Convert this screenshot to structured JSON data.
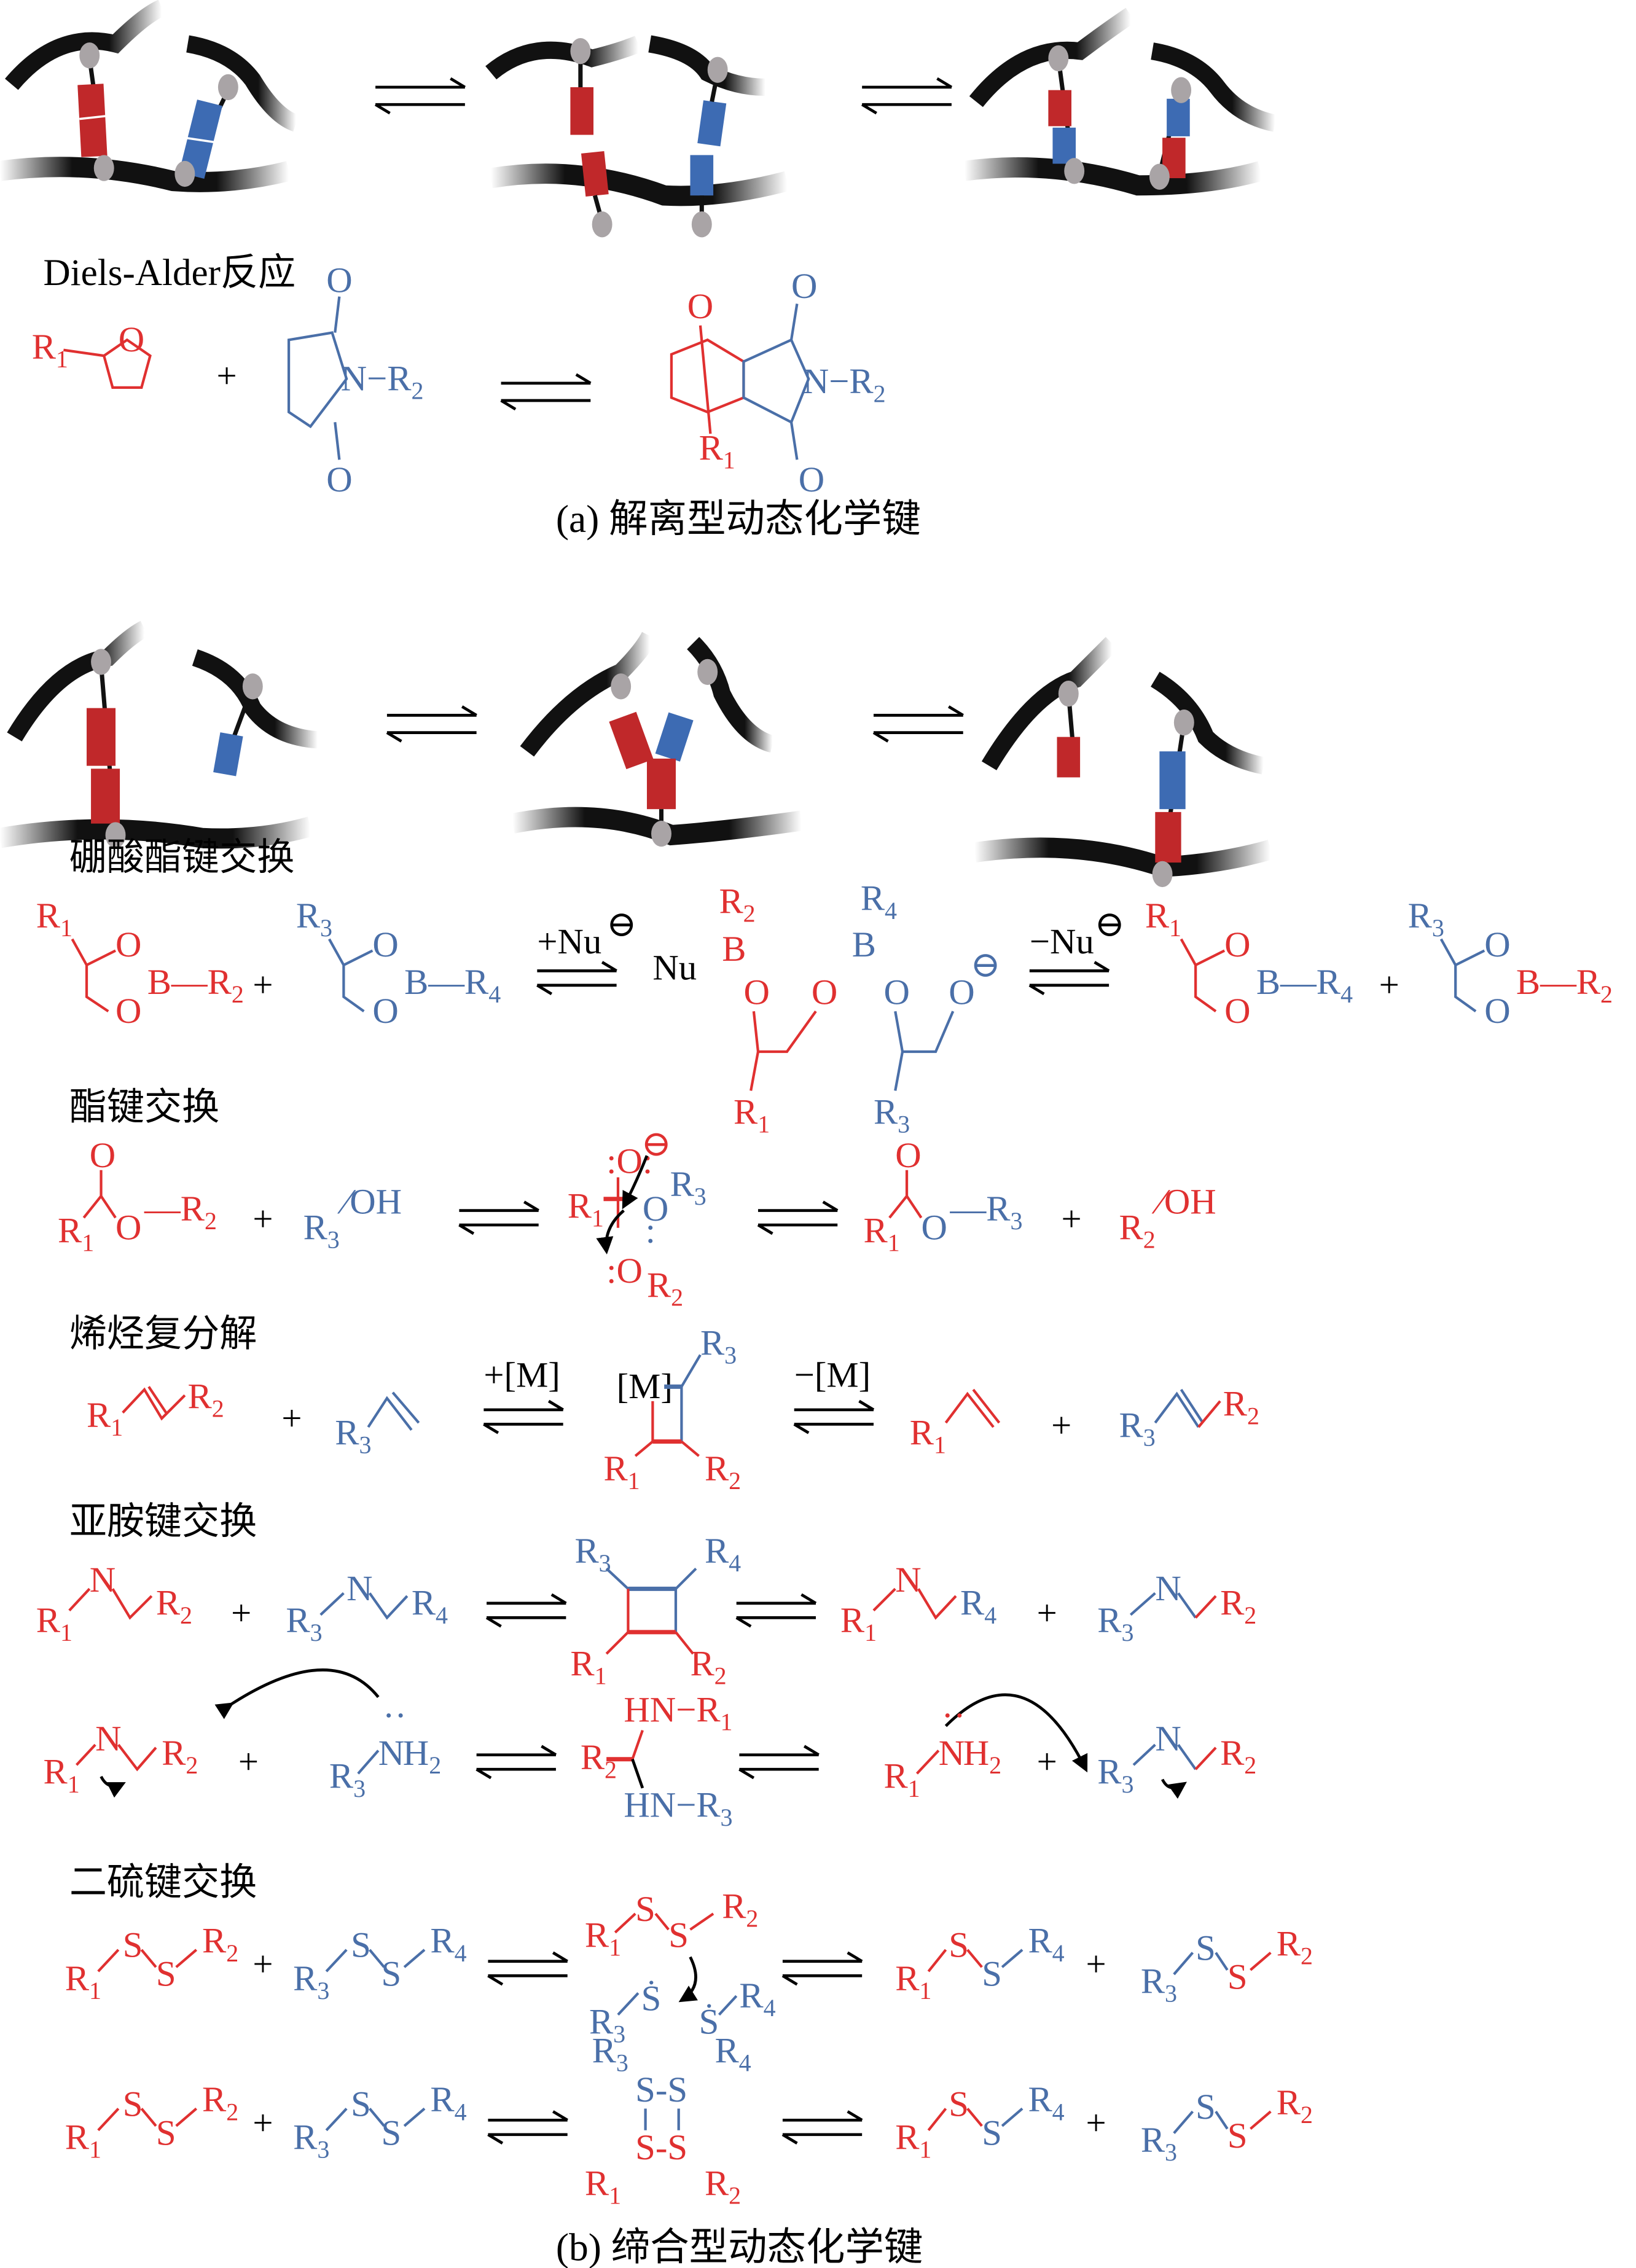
{
  "colors": {
    "red_fragment": "#e03030",
    "blue_fragment": "#4a6fa8",
    "polymer_chain": "#111111",
    "crosslink_node": "#a9a4a6",
    "block_red": "#c0282a",
    "block_blue": "#3d6bb3"
  },
  "section_a": {
    "caption": "(a) 解离型动态化学键",
    "schematic_states": [
      "associated",
      "dissociated",
      "re-associated"
    ],
    "reactions": [
      {
        "title": "Diels-Alder反应",
        "reactant_1": {
          "label": "R1",
          "type": "furan",
          "color": "red"
        },
        "plus": "+",
        "reactant_2": {
          "label": "N-R2",
          "type": "maleimide",
          "color": "blue"
        },
        "product": {
          "labels": [
            "O",
            "O",
            "N-R2",
            "R1",
            "O"
          ],
          "type": "oxanorbornene adduct"
        }
      }
    ]
  },
  "section_b": {
    "caption": "(b) 缔合型动态化学键",
    "schematic_states": [
      "initial",
      "associative intermediate",
      "exchanged"
    ],
    "reactions": [
      {
        "title": "硼酸酯键交换",
        "reagent_forward": "+Nu",
        "reagent_reverse": "−Nu",
        "charge": "⊖",
        "species": [
          "R1-dioxaborolane-B-R2",
          "R3-dioxaborolane-B-R4",
          "Nu-B(R2)-O…O-B(R4)-O…O⊖ intermediate",
          "R1-dioxaborolane-B-R4",
          "R3-dioxaborolane-B-R2"
        ]
      },
      {
        "title": "酯键交换",
        "species": [
          "R1C(=O)OR2",
          "R3OH",
          "tetrahedral intermediate R1C(O⊖)(OR3)(OR2)",
          "R1C(=O)OR3",
          "R2OH"
        ]
      },
      {
        "title": "烯烃复分解",
        "reagent_forward": "+[M]",
        "reagent_reverse": "−[M]",
        "species": [
          "R1CH=CHR2",
          "R3CH=CH2",
          "[M] metallacyclobutane (R1, R2, R3)",
          "R1CH=CH2",
          "R3CH=CHR2"
        ]
      },
      {
        "title": "亚胺键交换",
        "rows": [
          {
            "species": [
              "R1N=CHR2",
              "R3N=CHR4",
              "cyclobutane (R1,R2,R3,R4)",
              "R1N=CHR4",
              "R3N=CHR2"
            ]
          },
          {
            "species": [
              "R1N=CHR2",
              "R3NH2",
              "aminal R2CH(HN-R1)(HN-R3)",
              "R1NH2",
              "R3N=CHR2"
            ]
          }
        ]
      },
      {
        "title": "二硫键交换",
        "rows": [
          {
            "species": [
              "R1SSR2",
              "R3SSR4",
              "radical intermediate R1SSR2 / R3S• / •SR4",
              "R1SSR4",
              "R3SSR2"
            ]
          },
          {
            "species": [
              "R1SSR2",
              "R3SSR4",
              "tetrasulfide ring R1,R2,R3,R4",
              "R1SSR4",
              "R3SSR2"
            ]
          }
        ]
      }
    ]
  },
  "glyphs": {
    "equilibrium": "⇌",
    "plus": "+",
    "anion": "⊖",
    "lone_pair": ":"
  }
}
